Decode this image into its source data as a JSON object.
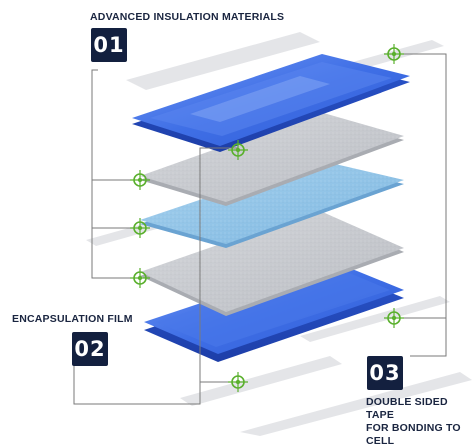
{
  "labels": {
    "item1": {
      "number": "01",
      "text": "ADVANCED INSULATION MATERIALS"
    },
    "item2": {
      "number": "02",
      "text": "ENCAPSULATION FILM"
    },
    "item3": {
      "number": "03",
      "line1": "DOUBLE SIDED TAPE",
      "line2": "FOR BONDING TO CELL"
    }
  },
  "colors": {
    "badge": "#13203f",
    "marker": "#5ab02d",
    "connector": "#7a7a7a",
    "blue_layer": "#3d6ee8",
    "gray_layer": "#c9cbd0",
    "light_blue_layer": "#8fc3e6"
  },
  "icons": {
    "marker": "crosshair-target-icon"
  }
}
